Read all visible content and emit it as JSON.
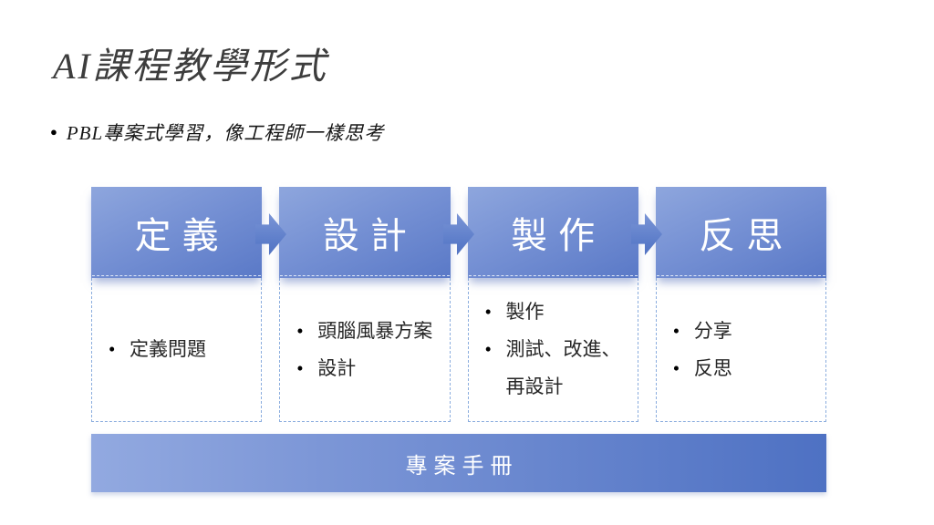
{
  "slide": {
    "title": "AI課程教學形式",
    "lead": "PBL專案式學習，像工程師一樣思考",
    "bullet_marker": "●"
  },
  "process": {
    "stages": [
      {
        "label": "定義",
        "items": [
          "定義問題"
        ]
      },
      {
        "label": "設計",
        "items": [
          "頭腦風暴方案",
          "設計"
        ]
      },
      {
        "label": "製作",
        "items": [
          "製作",
          "測試、改進、再設計"
        ]
      },
      {
        "label": "反思",
        "items": [
          "分享",
          "反思"
        ]
      }
    ],
    "footer": "專案手冊"
  },
  "colors": {
    "accent_blue": "#4472c4",
    "header_gradient_top": "#8ea6dd",
    "header_gradient_bottom": "#5a79c7",
    "arrow_blue": "#5b7cc9",
    "dashed_border": "#8badde",
    "footer_gradient_left": "#92a9e0",
    "footer_gradient_right": "#4e71c3",
    "title_text": "#3d3d3d",
    "body_text": "#262626"
  }
}
